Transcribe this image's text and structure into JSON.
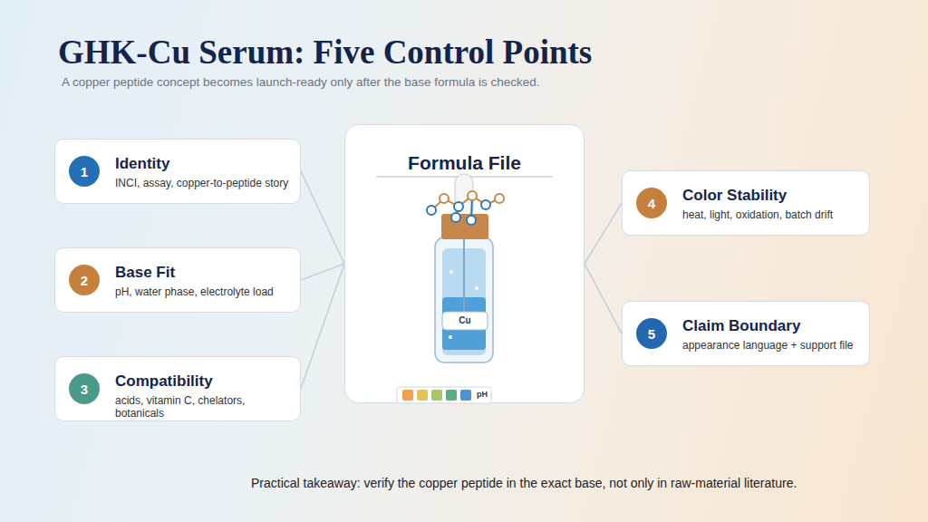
{
  "diagram": {
    "title": "GHK-Cu Serum: Five Control Points",
    "caption": "Practical takeaway: verify the copper peptide in the exact base, not only in raw-material literature.",
    "nodes": [
      {
        "text": [
          "Identity",
          "INCI, assay, copper-to-peptide story"
        ]
      },
      {
        "text": [
          "1"
        ],
        "in": 0
      },
      {
        "text": [
          "Base Fit",
          "pH, water phase, electrolyte load"
        ]
      },
      {
        "text": [
          "2"
        ],
        "in": 2
      },
      {
        "text": [
          "Compatibility",
          "acids, vitamin C, chelators, botanicals"
        ]
      },
      {
        "text": [
          "3"
        ],
        "in": 4
      },
      {
        "text": [
          "Formula File"
        ]
      },
      {
        "text": [
          "Color Stability",
          "heat, light, oxidation, batch drift"
        ]
      },
      {
        "text": [
          "4"
        ],
        "in": 7
      },
      {
        "text": [
          "Claim Boundary",
          "appearance language + support file"
        ]
      },
      {
        "text": [
          "5"
        ],
        "in": 9
      }
    ],
    "edges": [
      {
        "from": 0,
        "to": 6,
        "arrow": "none"
      },
      {
        "from": 2,
        "to": 6,
        "arrow": "none"
      },
      {
        "from": 4,
        "to": 6,
        "arrow": "none"
      },
      {
        "from": 6,
        "to": 7,
        "arrow": "none"
      },
      {
        "from": 6,
        "to": 9,
        "arrow": "none"
      }
    ],
    "labels": [
      "A copper peptide concept becomes launch-ready only after the base formula is checked.",
      "Cu",
      "pH"
    ]
  }
}
